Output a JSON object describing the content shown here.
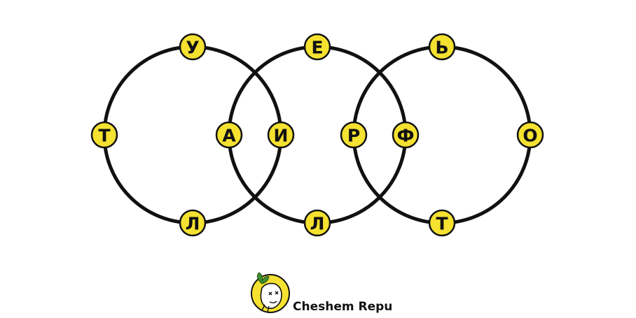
{
  "colors": {
    "badge_fill": "#F5E130",
    "stroke": "#111111",
    "logo_fill": "#F5E130",
    "leaf": "#3E8E2E"
  },
  "circles": [
    {
      "name": "circle-left",
      "letters": [
        {
          "pos": "top",
          "char": "У"
        },
        {
          "pos": "left",
          "char": "Т"
        },
        {
          "pos": "right",
          "char": "И"
        },
        {
          "pos": "bottom",
          "char": "Л"
        }
      ]
    },
    {
      "name": "circle-middle",
      "letters": [
        {
          "pos": "top",
          "char": "Е"
        },
        {
          "pos": "left",
          "char": "А"
        },
        {
          "pos": "right",
          "char": "Ф"
        },
        {
          "pos": "bottom",
          "char": "Л"
        }
      ]
    },
    {
      "name": "circle-right",
      "letters": [
        {
          "pos": "top",
          "char": "Ь"
        },
        {
          "pos": "left",
          "char": "Р"
        },
        {
          "pos": "right",
          "char": "О"
        },
        {
          "pos": "bottom",
          "char": "Т"
        }
      ]
    }
  ],
  "brand": {
    "name": "Cheshem Repu",
    "logo_icon": "cartoon-face-with-leaf-icon"
  }
}
